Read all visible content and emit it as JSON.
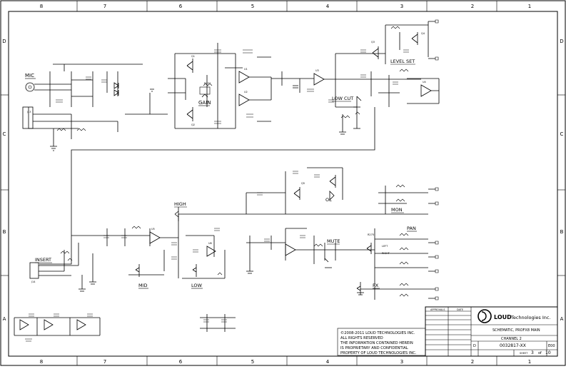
{
  "border": {
    "columns_top": [
      "8",
      "7",
      "6",
      "5",
      "4",
      "3",
      "2",
      "1"
    ],
    "columns_bottom": [
      "8",
      "7",
      "6",
      "5",
      "4",
      "3",
      "2",
      "1"
    ],
    "rows_left": [
      "D",
      "C",
      "B",
      "A"
    ],
    "rows_right": [
      "D",
      "C",
      "B",
      "A"
    ]
  },
  "section_labels": {
    "mic": "MIC",
    "level_set": "LEVEL SET",
    "gain": "GAIN",
    "low_cut": "LOW CUT",
    "ol": "OL",
    "mon": "MON",
    "pan": "PAN",
    "mute": "MUTE",
    "fx": "FX",
    "high": "HIGH",
    "mid": "MID",
    "low": "LOW",
    "insert": "INSERT"
  },
  "components": {
    "u1": "U1",
    "u2": "U2",
    "u3": "U3",
    "u4": "U4",
    "u5": "U5",
    "u6": "U6",
    "q1": "Q1",
    "q2": "Q2",
    "q3": "Q3",
    "q4": "Q4",
    "q5": "Q5",
    "r_gain": "R237",
    "r_pan": "R275",
    "left": "LEFT",
    "right": "RIGHT",
    "j_insert": "J14",
    "j_mic": "J13"
  },
  "copyright": {
    "line1": "©2008-2011 LOUD TECHNOLOGIES INC.",
    "line2": "ALL RIGHTS RESERVED",
    "line3": "THE INFORMATION CONTAINED HEREIN",
    "line4": "IS PROPRIETARY AND CONFIDENTIAL",
    "line5": "PROPERTY OF LOUD TECHNOLOGIES INC."
  },
  "title_block": {
    "company": "Technologies Inc.",
    "logo": "LOUD",
    "title_line1": "SCHEMATIC, PROFX8 MAIN",
    "title_line2": "CHANNEL 2",
    "doc_number": "0032817-XX",
    "revision": "E00",
    "sheet": "3",
    "sheet_of": "10",
    "sheet_label": "SHEET",
    "approvals_label": "APPROVALS",
    "date_label": "DATE",
    "size": "D"
  }
}
